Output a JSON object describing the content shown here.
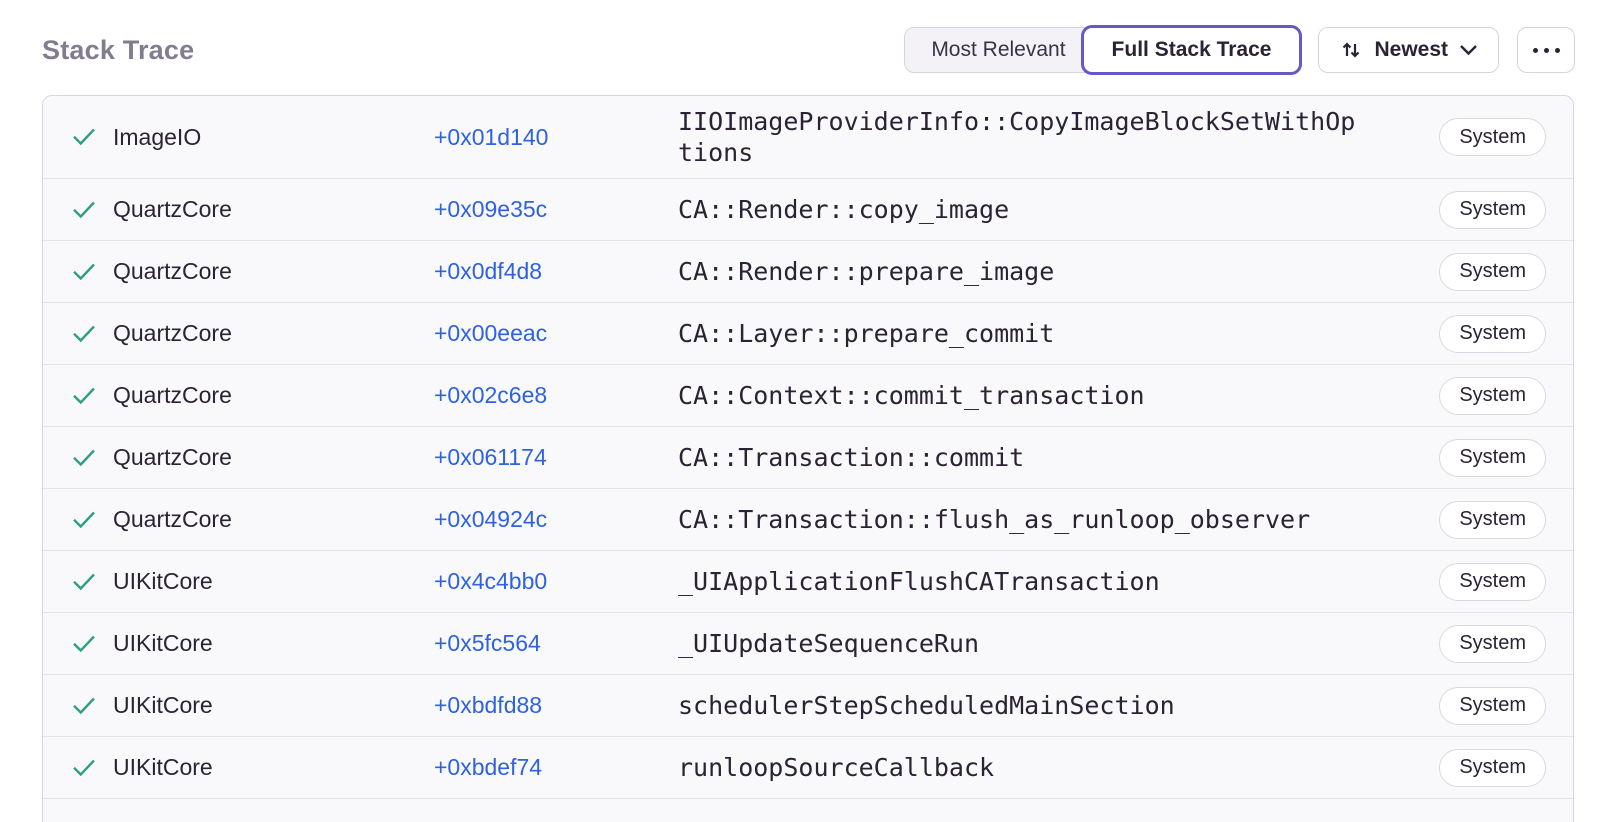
{
  "page": {
    "title": "Stack Trace"
  },
  "toolbar": {
    "view_toggle": [
      {
        "label": "Most Relevant",
        "selected": false
      },
      {
        "label": "Full Stack Trace",
        "selected": true
      }
    ],
    "sort": {
      "label": "Newest",
      "icon": "sort-arrows-up-down",
      "chevron": "chevron-down"
    },
    "more": {
      "icon": "ellipsis"
    }
  },
  "colors": {
    "accent_purple": "#6559c5",
    "link_blue": "#2e62e0",
    "check_green": "#2f9e84",
    "title_gray": "#837b90",
    "row_background": "#f9f9fb"
  },
  "frames": [
    {
      "icon": "checkmark",
      "module": "ImageIO",
      "address": "+0x01d140",
      "function": "IIOImageProviderInfo::CopyImageBlockSetWithOptions",
      "badge": "System"
    },
    {
      "icon": "checkmark",
      "module": "QuartzCore",
      "address": "+0x09e35c",
      "function": "CA::Render::copy_image",
      "badge": "System"
    },
    {
      "icon": "checkmark",
      "module": "QuartzCore",
      "address": "+0x0df4d8",
      "function": "CA::Render::prepare_image",
      "badge": "System"
    },
    {
      "icon": "checkmark",
      "module": "QuartzCore",
      "address": "+0x00eeac",
      "function": "CA::Layer::prepare_commit",
      "badge": "System"
    },
    {
      "icon": "checkmark",
      "module": "QuartzCore",
      "address": "+0x02c6e8",
      "function": "CA::Context::commit_transaction",
      "badge": "System"
    },
    {
      "icon": "checkmark",
      "module": "QuartzCore",
      "address": "+0x061174",
      "function": "CA::Transaction::commit",
      "badge": "System"
    },
    {
      "icon": "checkmark",
      "module": "QuartzCore",
      "address": "+0x04924c",
      "function": "CA::Transaction::flush_as_runloop_observer",
      "badge": "System"
    },
    {
      "icon": "checkmark",
      "module": "UIKitCore",
      "address": "+0x4c4bb0",
      "function": "_UIApplicationFlushCATransaction",
      "badge": "System"
    },
    {
      "icon": "checkmark",
      "module": "UIKitCore",
      "address": "+0x5fc564",
      "function": "_UIUpdateSequenceRun",
      "badge": "System"
    },
    {
      "icon": "checkmark",
      "module": "UIKitCore",
      "address": "+0xbdfd88",
      "function": "schedulerStepScheduledMainSection",
      "badge": "System"
    },
    {
      "icon": "checkmark",
      "module": "UIKitCore",
      "address": "+0xbdef74",
      "function": "runloopSourceCallback",
      "badge": "System"
    }
  ]
}
